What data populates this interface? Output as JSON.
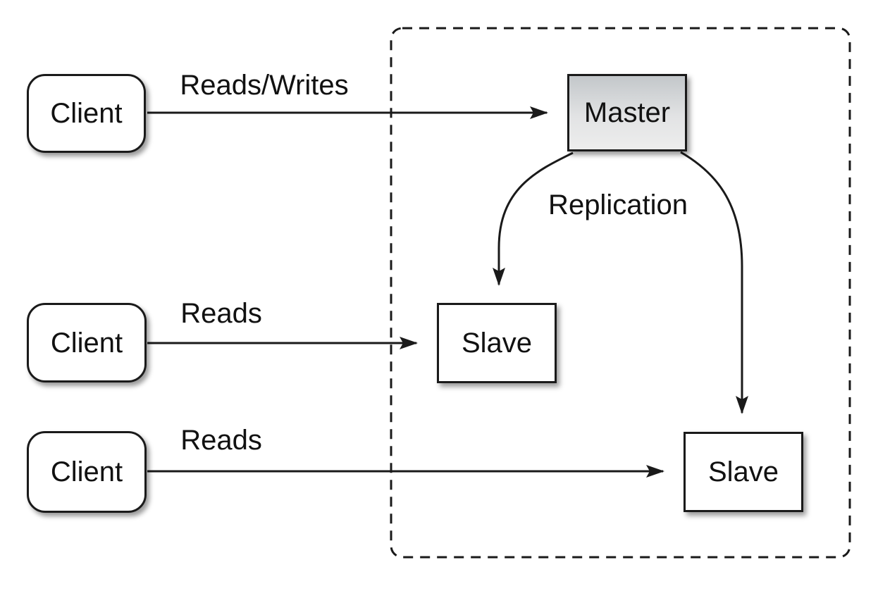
{
  "diagram_type": "master-slave-replication",
  "nodes": {
    "client1": {
      "label": "Client"
    },
    "client2": {
      "label": "Client"
    },
    "client3": {
      "label": "Client"
    },
    "master": {
      "label": "Master"
    },
    "slave1": {
      "label": "Slave"
    },
    "slave2": {
      "label": "Slave"
    }
  },
  "edges": {
    "reads_writes": {
      "label": "Reads/Writes",
      "from": "client1",
      "to": "master"
    },
    "reads_top": {
      "label": "Reads",
      "from": "client2",
      "to": "slave1"
    },
    "reads_bottom": {
      "label": "Reads",
      "from": "client3",
      "to": "slave2"
    },
    "replication": {
      "label": "Replication",
      "from": "master",
      "to": "slave1, slave2"
    }
  },
  "colors": {
    "stroke": "#1a1a1a",
    "text": "#111111",
    "node_fill": "#ffffff",
    "master_gradient_top": "#c3c7ca",
    "master_gradient_bottom": "#ededed",
    "background": "#ffffff"
  }
}
